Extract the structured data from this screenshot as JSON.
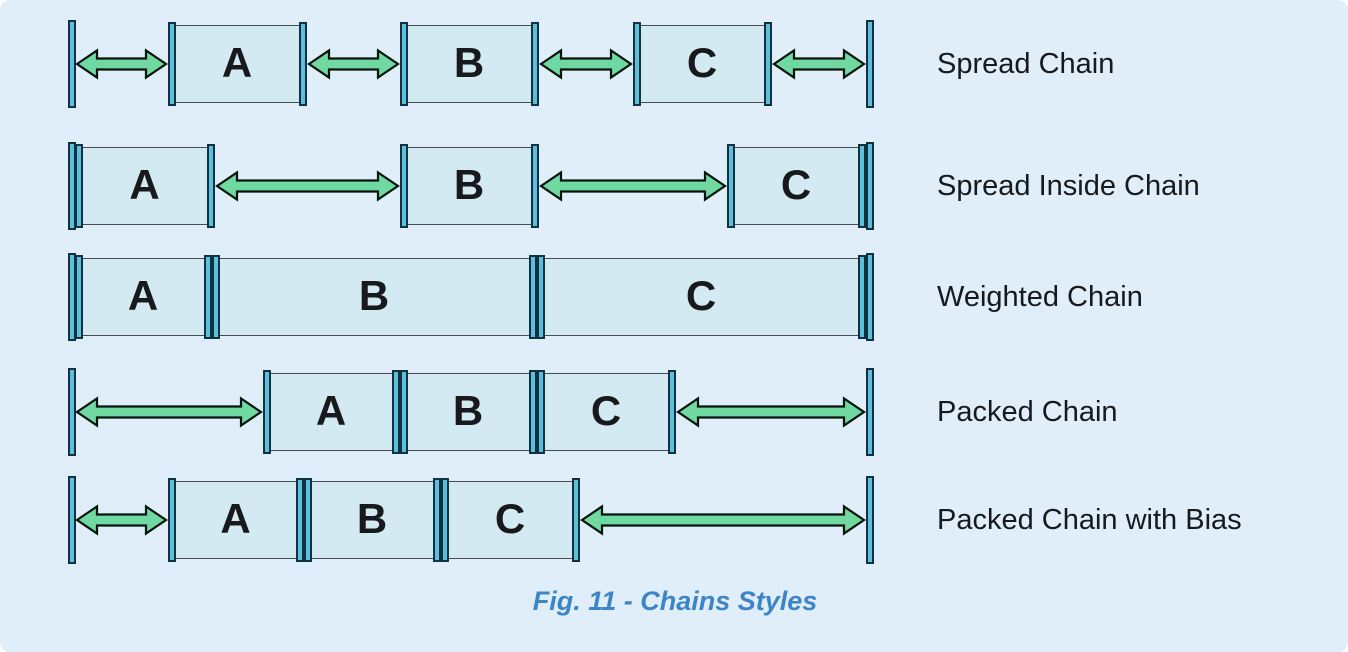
{
  "caption": {
    "text": "Fig. 11 - Chains Styles"
  },
  "rows": [
    {
      "id": "spread-chain",
      "label": "Spread Chain",
      "boxes": [
        "A",
        "B",
        "C"
      ]
    },
    {
      "id": "spread-inside-chain",
      "label": "Spread Inside Chain",
      "boxes": [
        "A",
        "B",
        "C"
      ]
    },
    {
      "id": "weighted-chain",
      "label": "Weighted Chain",
      "boxes": [
        "A",
        "B",
        "C"
      ]
    },
    {
      "id": "packed-chain",
      "label": "Packed Chain",
      "boxes": [
        "A",
        "B",
        "C"
      ]
    },
    {
      "id": "packed-chain-with-bias",
      "label": "Packed Chain with Bias",
      "boxes": [
        "A",
        "B",
        "C"
      ]
    }
  ],
  "colors": {
    "background": "#dfeef8",
    "box_fill": "#d3eaf2",
    "box_border": "#454c52",
    "anchor_fill": "#5cc0dd",
    "anchor_border": "#123140",
    "arrow_fill": "#70d9a1",
    "arrow_stroke": "#06140d",
    "label_text": "#17191c",
    "caption_text": "#3d85c6"
  }
}
